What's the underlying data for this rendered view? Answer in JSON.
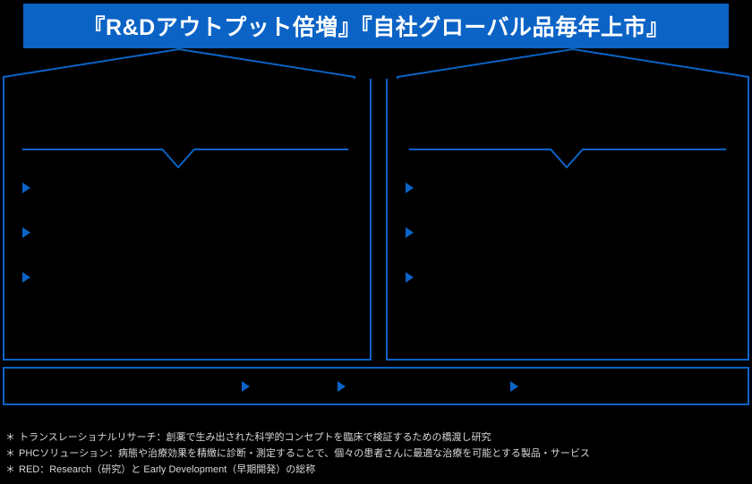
{
  "title": {
    "text": "『R&Dアウトプット倍増』『自社グローバル品毎年上市』"
  },
  "colors": {
    "accent": "#0b63c6",
    "background": "#000000",
    "text": "#ffffff",
    "footnote_text": "#d8d8d8"
  },
  "panels": [
    {
      "id": "left",
      "header": "",
      "bullets": [
        {
          "text": ""
        },
        {
          "text": ""
        },
        {
          "text": ""
        }
      ]
    },
    {
      "id": "right",
      "header": "",
      "bullets": [
        {
          "text": ""
        },
        {
          "text": ""
        },
        {
          "text": ""
        }
      ]
    }
  ],
  "bottom_band": {
    "items": [
      {
        "text": ""
      },
      {
        "text": ""
      },
      {
        "text": ""
      }
    ]
  },
  "footnotes": [
    {
      "marker": "＊",
      "text": "トランスレーショナルリサーチ：創薬で生み出された科学的コンセプトを臨床で検証するための橋渡し研究"
    },
    {
      "marker": "＊",
      "text": "PHCソリューション：病態や治療効果を精緻に診断・測定することで、個々の患者さんに最適な治療を可能とする製品・サービス"
    },
    {
      "marker": "＊",
      "text": "RED：Research（研究）と Early Development（早期開発）の総称"
    }
  ]
}
